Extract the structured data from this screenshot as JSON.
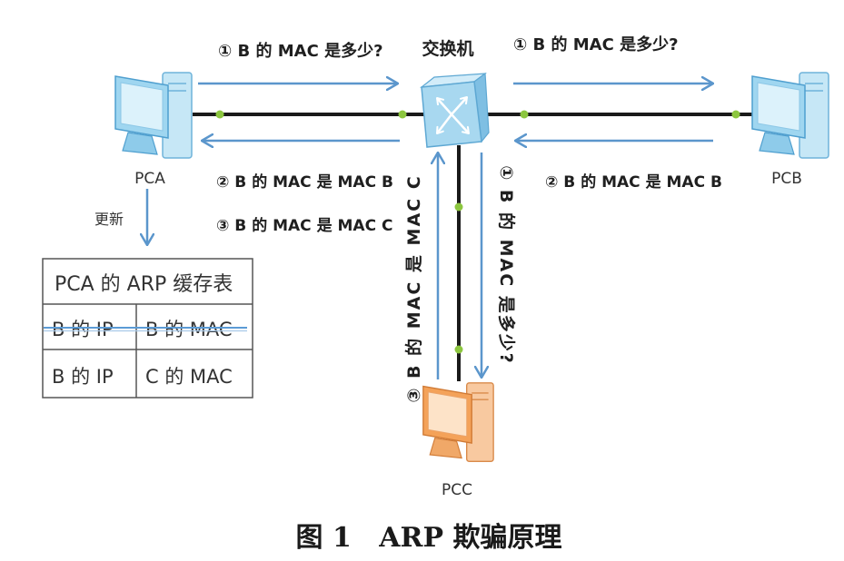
{
  "colors": {
    "arrow": "#5b96cc",
    "link": "#1a1a1a",
    "node_dot": "#8cc63f",
    "table_border": "#555555",
    "strike": "#5b9bd5",
    "text": "#1f1f1f",
    "pc_normal": "#9fd6f0",
    "pc_attacker": "#f4a259",
    "switch": "#a8d8f0"
  },
  "nodes": {
    "pca": {
      "label": "PCA",
      "icon": "computer-icon"
    },
    "pcb": {
      "label": "PCB",
      "icon": "computer-icon"
    },
    "pcc": {
      "label": "PCC",
      "icon": "computer-icon"
    },
    "switch": {
      "label": "交换机",
      "icon": "switch-icon"
    }
  },
  "exchanges": {
    "pca_side": {
      "request": "① B 的 MAC 是多少?",
      "replies": [
        "② B 的 MAC 是 MAC B",
        "③ B 的 MAC 是 MAC C"
      ]
    },
    "pcb_side": {
      "request": "① B 的 MAC 是多少?",
      "reply": "② B 的 MAC 是 MAC B"
    },
    "pcc_side": {
      "request": "① B 的 MAC 是多少?",
      "reply": "③ B 的 MAC 是 MAC C"
    }
  },
  "update_label": "更新",
  "arp_table": {
    "title": "PCA 的 ARP 缓存表",
    "rows": [
      {
        "ip": "B 的 IP",
        "mac": "B 的 MAC",
        "struck": true
      },
      {
        "ip": "B 的 IP",
        "mac": "C 的 MAC",
        "struck": false
      }
    ]
  },
  "caption": {
    "number": "图 1",
    "title": "ARP 欺骗原理"
  }
}
